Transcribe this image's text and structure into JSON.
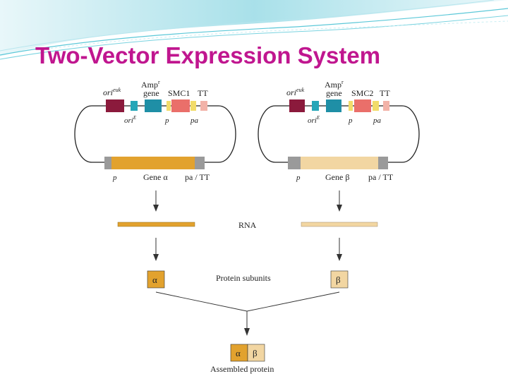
{
  "slide": {
    "title": "Two-Vector Expression System",
    "colors": {
      "title": "#c0168f",
      "header_wave": "#5cc8d8",
      "ori_eukaryotic": "#8b1a3c",
      "ori_bacterial": "#26a6b8",
      "amp_gene": "#1f8fa6",
      "promoter": "#f2dc6a",
      "smc": "#ea6f6a",
      "terminator": "#f2b2a8",
      "gene_alpha": "#e2a22e",
      "gene_beta": "#f2d6a2",
      "flank": "#9a9a9a"
    }
  },
  "diagram": {
    "vector1": {
      "ori_euk": "ori",
      "ori_euk_sup": "euk",
      "amp_label_line1": "Amp",
      "amp_label_sup": "r",
      "amp_label_line2": "gene",
      "smc": "SMC1",
      "tt": "TT",
      "ori_e": "ori",
      "ori_e_sup": "E",
      "p_small": "p",
      "pa_small": "pa",
      "p_bottom": "p",
      "gene": "Gene α",
      "pa_tt": "pa / TT"
    },
    "vector2": {
      "ori_euk": "ori",
      "ori_euk_sup": "euk",
      "amp_label_line1": "Amp",
      "amp_label_sup": "r",
      "amp_label_line2": "gene",
      "smc": "SMC2",
      "tt": "TT",
      "ori_e": "ori",
      "ori_e_sup": "E",
      "p_small": "p",
      "pa_small": "pa",
      "p_bottom": "p",
      "gene": "Gene β",
      "pa_tt": "pa / TT"
    },
    "rna_label": "RNA",
    "protein_subunits_label": "Protein subunits",
    "subunit_alpha": "α",
    "subunit_beta": "β",
    "assembled_label": "Assembled protein"
  }
}
